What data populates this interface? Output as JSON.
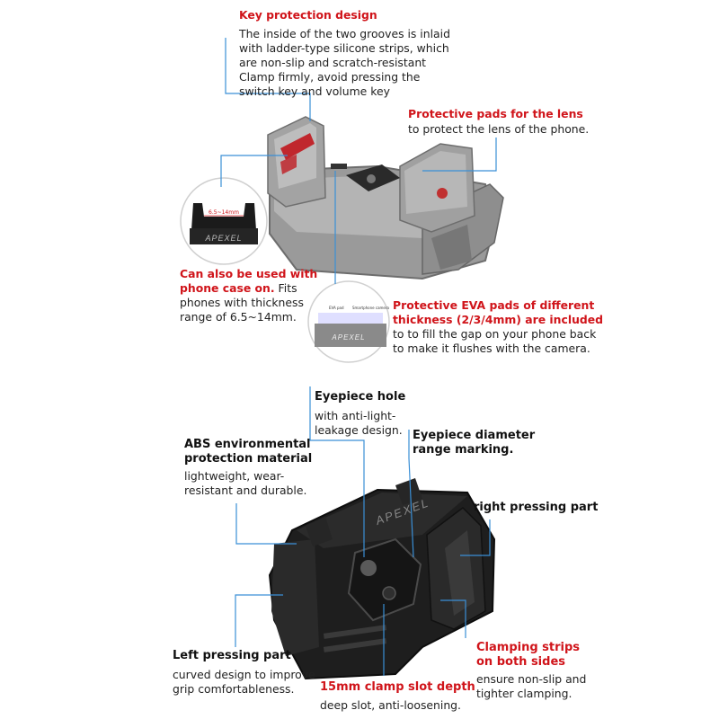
{
  "top": {
    "key_protection": {
      "title": "Key protection design",
      "lines": [
        "The inside of the two grooves is inlaid",
        "with ladder-type silicone strips, which",
        "are non-slip and scratch-resistant",
        "Clamp firmly, avoid pressing the",
        "switch key and volume key"
      ]
    },
    "lens_pads": {
      "title": "Protective pads for the lens",
      "text": "to protect the lens of the phone."
    },
    "phone_case": {
      "title_lines": [
        "Can also be used with",
        "phone case on."
      ],
      "text_after_title": "Fits",
      "lines": [
        "phones with thickness",
        "range of 6.5~14mm."
      ],
      "inset_label": "6.5~14mm",
      "inset_brand": "APEXEL"
    },
    "eva_pads": {
      "title_lines": [
        "Protective EVA pads of different",
        "thickness (2/3/4mm) are included"
      ],
      "lines": [
        "to  to fill the gap on your phone back",
        "to make it flushes with the camera."
      ],
      "inset_label_1": "EVA pad",
      "inset_label_2": "Smartphone camera",
      "inset_brand": "APEXEL"
    }
  },
  "bottom": {
    "eyepiece_hole": {
      "title": "Eyepiece hole",
      "lines": [
        "with anti-light-",
        "leakage design."
      ]
    },
    "eyepiece_diameter": {
      "title_lines": [
        "Eyepiece diameter",
        "range marking."
      ]
    },
    "abs": {
      "title_lines": [
        "ABS environmental",
        "protection material"
      ],
      "lines": [
        "lightweight, wear-",
        "resistant and durable."
      ]
    },
    "right_pressing": {
      "title": "right pressing part"
    },
    "left_pressing": {
      "title": "Left pressing part",
      "lines": [
        "curved design to improve",
        "grip comfortableness."
      ]
    },
    "clamp_slot": {
      "title": "15mm clamp slot depth",
      "text": "deep slot, anti-loosening."
    },
    "clamping_strips": {
      "title_lines": [
        "Clamping strips",
        "on both sides"
      ],
      "lines": [
        "ensure non-slip and",
        "tighter clamping."
      ]
    },
    "product_brand": "APEXEL"
  },
  "colors": {
    "accent_red": "#d0141a",
    "callout_line": "#3a8fd6",
    "product_grey": "#8a8a8a",
    "product_black": "#1e1e1e"
  }
}
